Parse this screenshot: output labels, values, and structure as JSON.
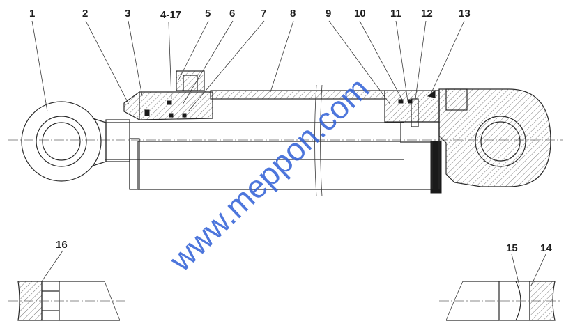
{
  "callouts": [
    "1",
    "2",
    "3",
    "4-17",
    "5",
    "6",
    "7",
    "8",
    "9",
    "10",
    "11",
    "12",
    "13",
    "16",
    "15",
    "14"
  ],
  "watermark": "www.meppon.com"
}
